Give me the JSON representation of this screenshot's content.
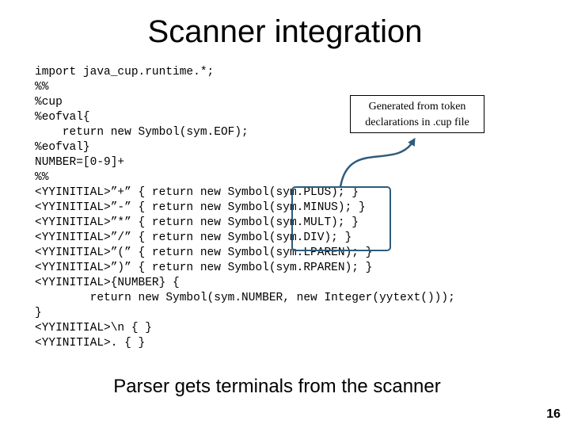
{
  "slide": {
    "title": "Scanner integration",
    "code_lines": [
      "import java_cup.runtime.*;",
      "%%",
      "%cup",
      "%eofval{",
      "    return new Symbol(sym.EOF);",
      "%eofval}",
      "NUMBER=[0-9]+",
      "%%",
      "<YYINITIAL>”+” { return new Symbol(sym.PLUS); }",
      "<YYINITIAL>”-” { return new Symbol(sym.MINUS); }",
      "<YYINITIAL>”*” { return new Symbol(sym.MULT); }",
      "<YYINITIAL>”/” { return new Symbol(sym.DIV); }",
      "<YYINITIAL>”(” { return new Symbol(sym.LPAREN); }",
      "<YYINITIAL>”)” { return new Symbol(sym.RPAREN); }",
      "<YYINITIAL>{NUMBER} {",
      "        return new Symbol(sym.NUMBER, new Integer(yytext()));",
      "}",
      "<YYINITIAL>\\n { }",
      "<YYINITIAL>. { }"
    ],
    "callout": {
      "line1": "Generated from token",
      "line2": "declarations in .cup file"
    },
    "caption": "Parser gets terminals from the scanner",
    "page_number": "16",
    "colors": {
      "arrow": "#2e5b7d",
      "highlight_box": "#2e5b7d"
    }
  }
}
